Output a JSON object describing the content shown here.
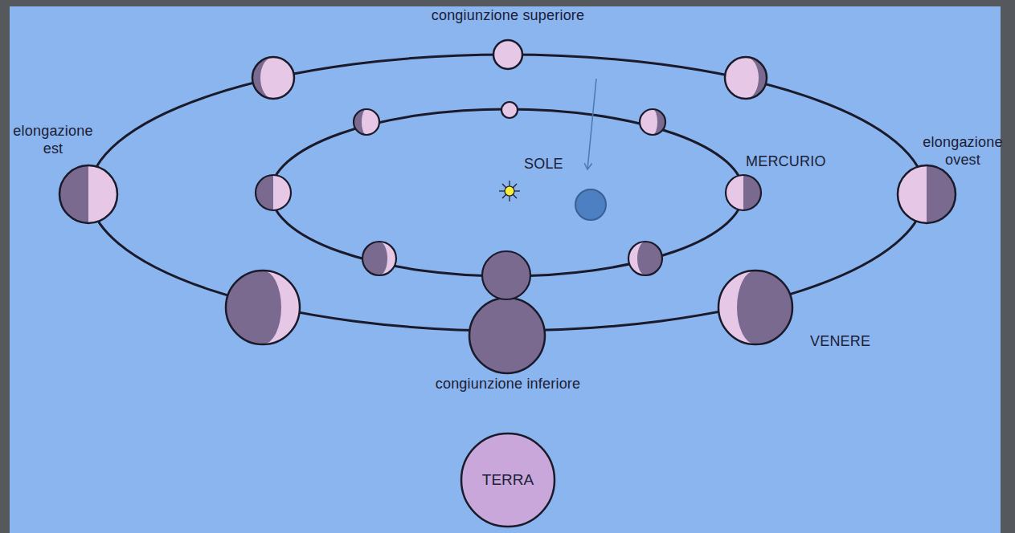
{
  "diagram": {
    "nodes": [
      {
        "text": [
          "TERRA"
        ]
      }
    ],
    "labels": [
      "congiunzione superiore",
      "elongazione est",
      "SOLE",
      "MERCURIO",
      "elongazione ovest",
      "VENERE",
      "congiunzione inferiore"
    ]
  }
}
